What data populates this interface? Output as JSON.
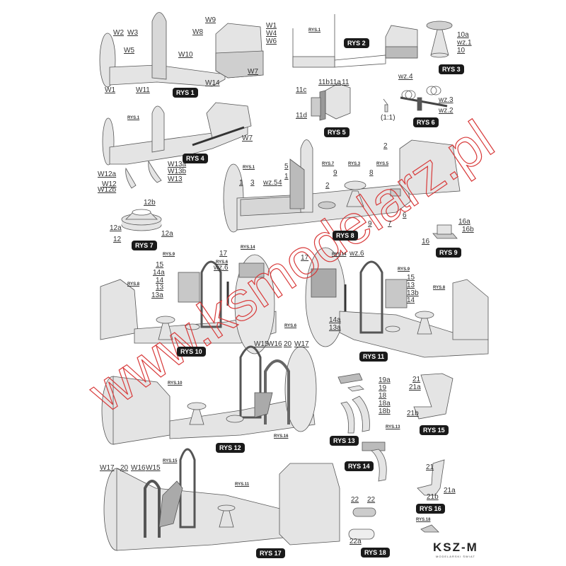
{
  "watermark": "www.ksmodelarz.pl",
  "logo": {
    "mark": "KSZ-M",
    "tagline": "MODELARSKI ŚWIAT"
  },
  "rys1": {
    "title": "RYS 1",
    "labels": [
      "W2",
      "W3",
      "W9",
      "W1",
      "W4",
      "W6",
      "W8",
      "W5",
      "W10",
      "W7",
      "W14",
      "W1",
      "W11"
    ]
  },
  "rys2": {
    "title": "RYS 2",
    "labels": [
      "RYS.1"
    ]
  },
  "rys3": {
    "title": "RYS 3",
    "labels": [
      "10a",
      "wz.1",
      "10"
    ]
  },
  "rys4": {
    "title": "RYS 4",
    "labels": [
      "RYS.1",
      "W7",
      "W13a",
      "W13b",
      "W13",
      "W12a",
      "W12",
      "W12b"
    ]
  },
  "rys5": {
    "title": "RYS 5",
    "labels": [
      "11b",
      "11a",
      "11",
      "11c",
      "11d"
    ]
  },
  "rys6": {
    "title": "RYS 6",
    "labels": [
      "wz.4",
      "wz.3",
      "wz.2",
      "(1:1)"
    ]
  },
  "rys7": {
    "title": "RYS 7",
    "labels": [
      "12b",
      "12a",
      "12",
      "12a"
    ]
  },
  "rys8": {
    "title": "RYS 8",
    "labels": [
      "RYS.1",
      "1",
      "3",
      "wz.5",
      "4",
      "5",
      "1",
      "RYS.7",
      "RYS.3",
      "RYS.5",
      "9",
      "8",
      "2",
      "2",
      "6",
      "9",
      "7"
    ]
  },
  "rys9": {
    "title": "RYS 9",
    "labels": [
      "16a",
      "16b",
      "16"
    ]
  },
  "rys10": {
    "title": "RYS 10",
    "labels": [
      "RYS.9",
      "15",
      "14a",
      "14",
      "13",
      "13a",
      "RYS.8",
      "17",
      "RYS.14",
      "RYS.6",
      "wz.6"
    ]
  },
  "rys11": {
    "title": "RYS 11",
    "labels": [
      "17",
      "RYS.14",
      "wz.6",
      "RYS.9",
      "15",
      "13",
      "13b",
      "14",
      "RYS.8",
      "RYS.6",
      "14a",
      "13a"
    ]
  },
  "rys12": {
    "title": "RYS 12",
    "labels": [
      "W15",
      "W16",
      "20",
      "W17",
      "RYS.10",
      "RYS.16"
    ]
  },
  "rys13": {
    "title": "RYS 13",
    "labels": [
      "19a",
      "19",
      "18",
      "18a",
      "18b"
    ]
  },
  "rys14": {
    "title": "RYS 14",
    "labels": [
      "RYS.13"
    ]
  },
  "rys15": {
    "title": "RYS 15",
    "labels": [
      "21",
      "21a",
      "21b"
    ]
  },
  "rys16": {
    "title": "RYS 16",
    "labels": [
      "21",
      "21a",
      "21b"
    ]
  },
  "rys17": {
    "title": "RYS 17",
    "labels": [
      "W17",
      "20",
      "W16",
      "W15",
      "RYS.15",
      "RYS.11"
    ]
  },
  "rys18": {
    "title": "RYS 18",
    "labels": [
      "22",
      "22",
      "22a",
      "RYS.18"
    ]
  }
}
